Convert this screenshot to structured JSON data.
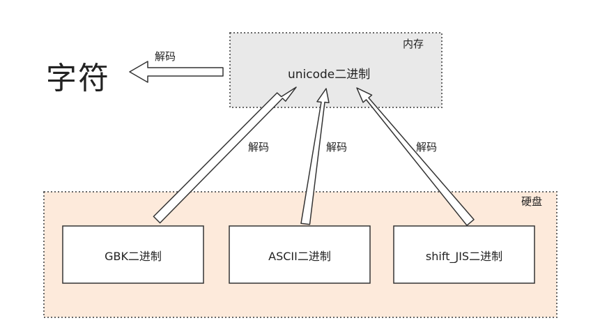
{
  "memory": {
    "label": "内存",
    "content": "unicode二进制"
  },
  "character": {
    "label": "字符"
  },
  "decode_labels": {
    "to_character": "解码",
    "from_gbk": "解码",
    "from_ascii": "解码",
    "from_shift_jis": "解码"
  },
  "disk": {
    "label": "硬盘"
  },
  "encodings": [
    {
      "label": "GBK二进制"
    },
    {
      "label": "ASCII二进制"
    },
    {
      "label": "shift_JIS二进制"
    }
  ],
  "colors": {
    "memory_fill": "#e9e9e9",
    "disk_fill": "#fdeadb",
    "box_fill": "#ffffff",
    "stroke": "#333333"
  }
}
